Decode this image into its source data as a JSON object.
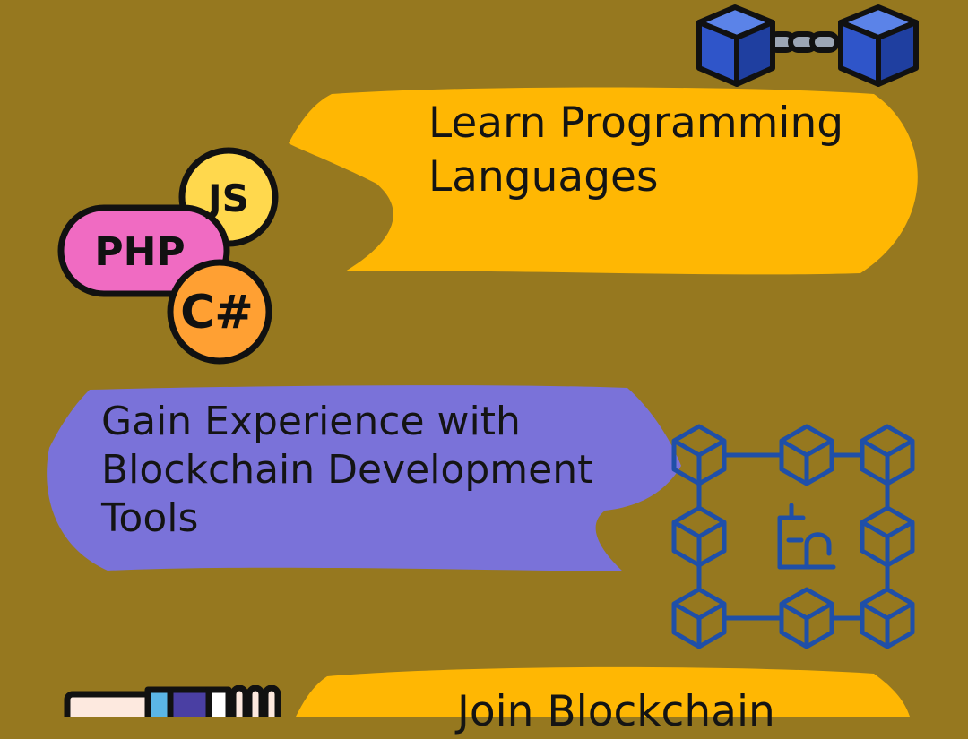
{
  "steps": [
    {
      "text_lines": [
        "Learn Programming",
        "Languages"
      ],
      "bubble_color": "#ffb703",
      "icon": "programming-languages-icon"
    },
    {
      "text_lines": [
        "Gain Experience with",
        "Blockchain Development",
        "Tools"
      ],
      "bubble_color": "#7a72d9",
      "icon": "blockchain-network-icon"
    },
    {
      "text_lines": [
        "Join Blockchain"
      ],
      "bubble_color": "#ffb703",
      "icon": "handshake-icon"
    }
  ],
  "language_badges": [
    "JS",
    "PHP",
    "C#"
  ],
  "colors": {
    "background": "#96781f",
    "yellow_bubble": "#ffb703",
    "purple_bubble": "#7a72d9",
    "network_blue": "#1f4fa8",
    "cube_blue": "#2f55c9"
  }
}
